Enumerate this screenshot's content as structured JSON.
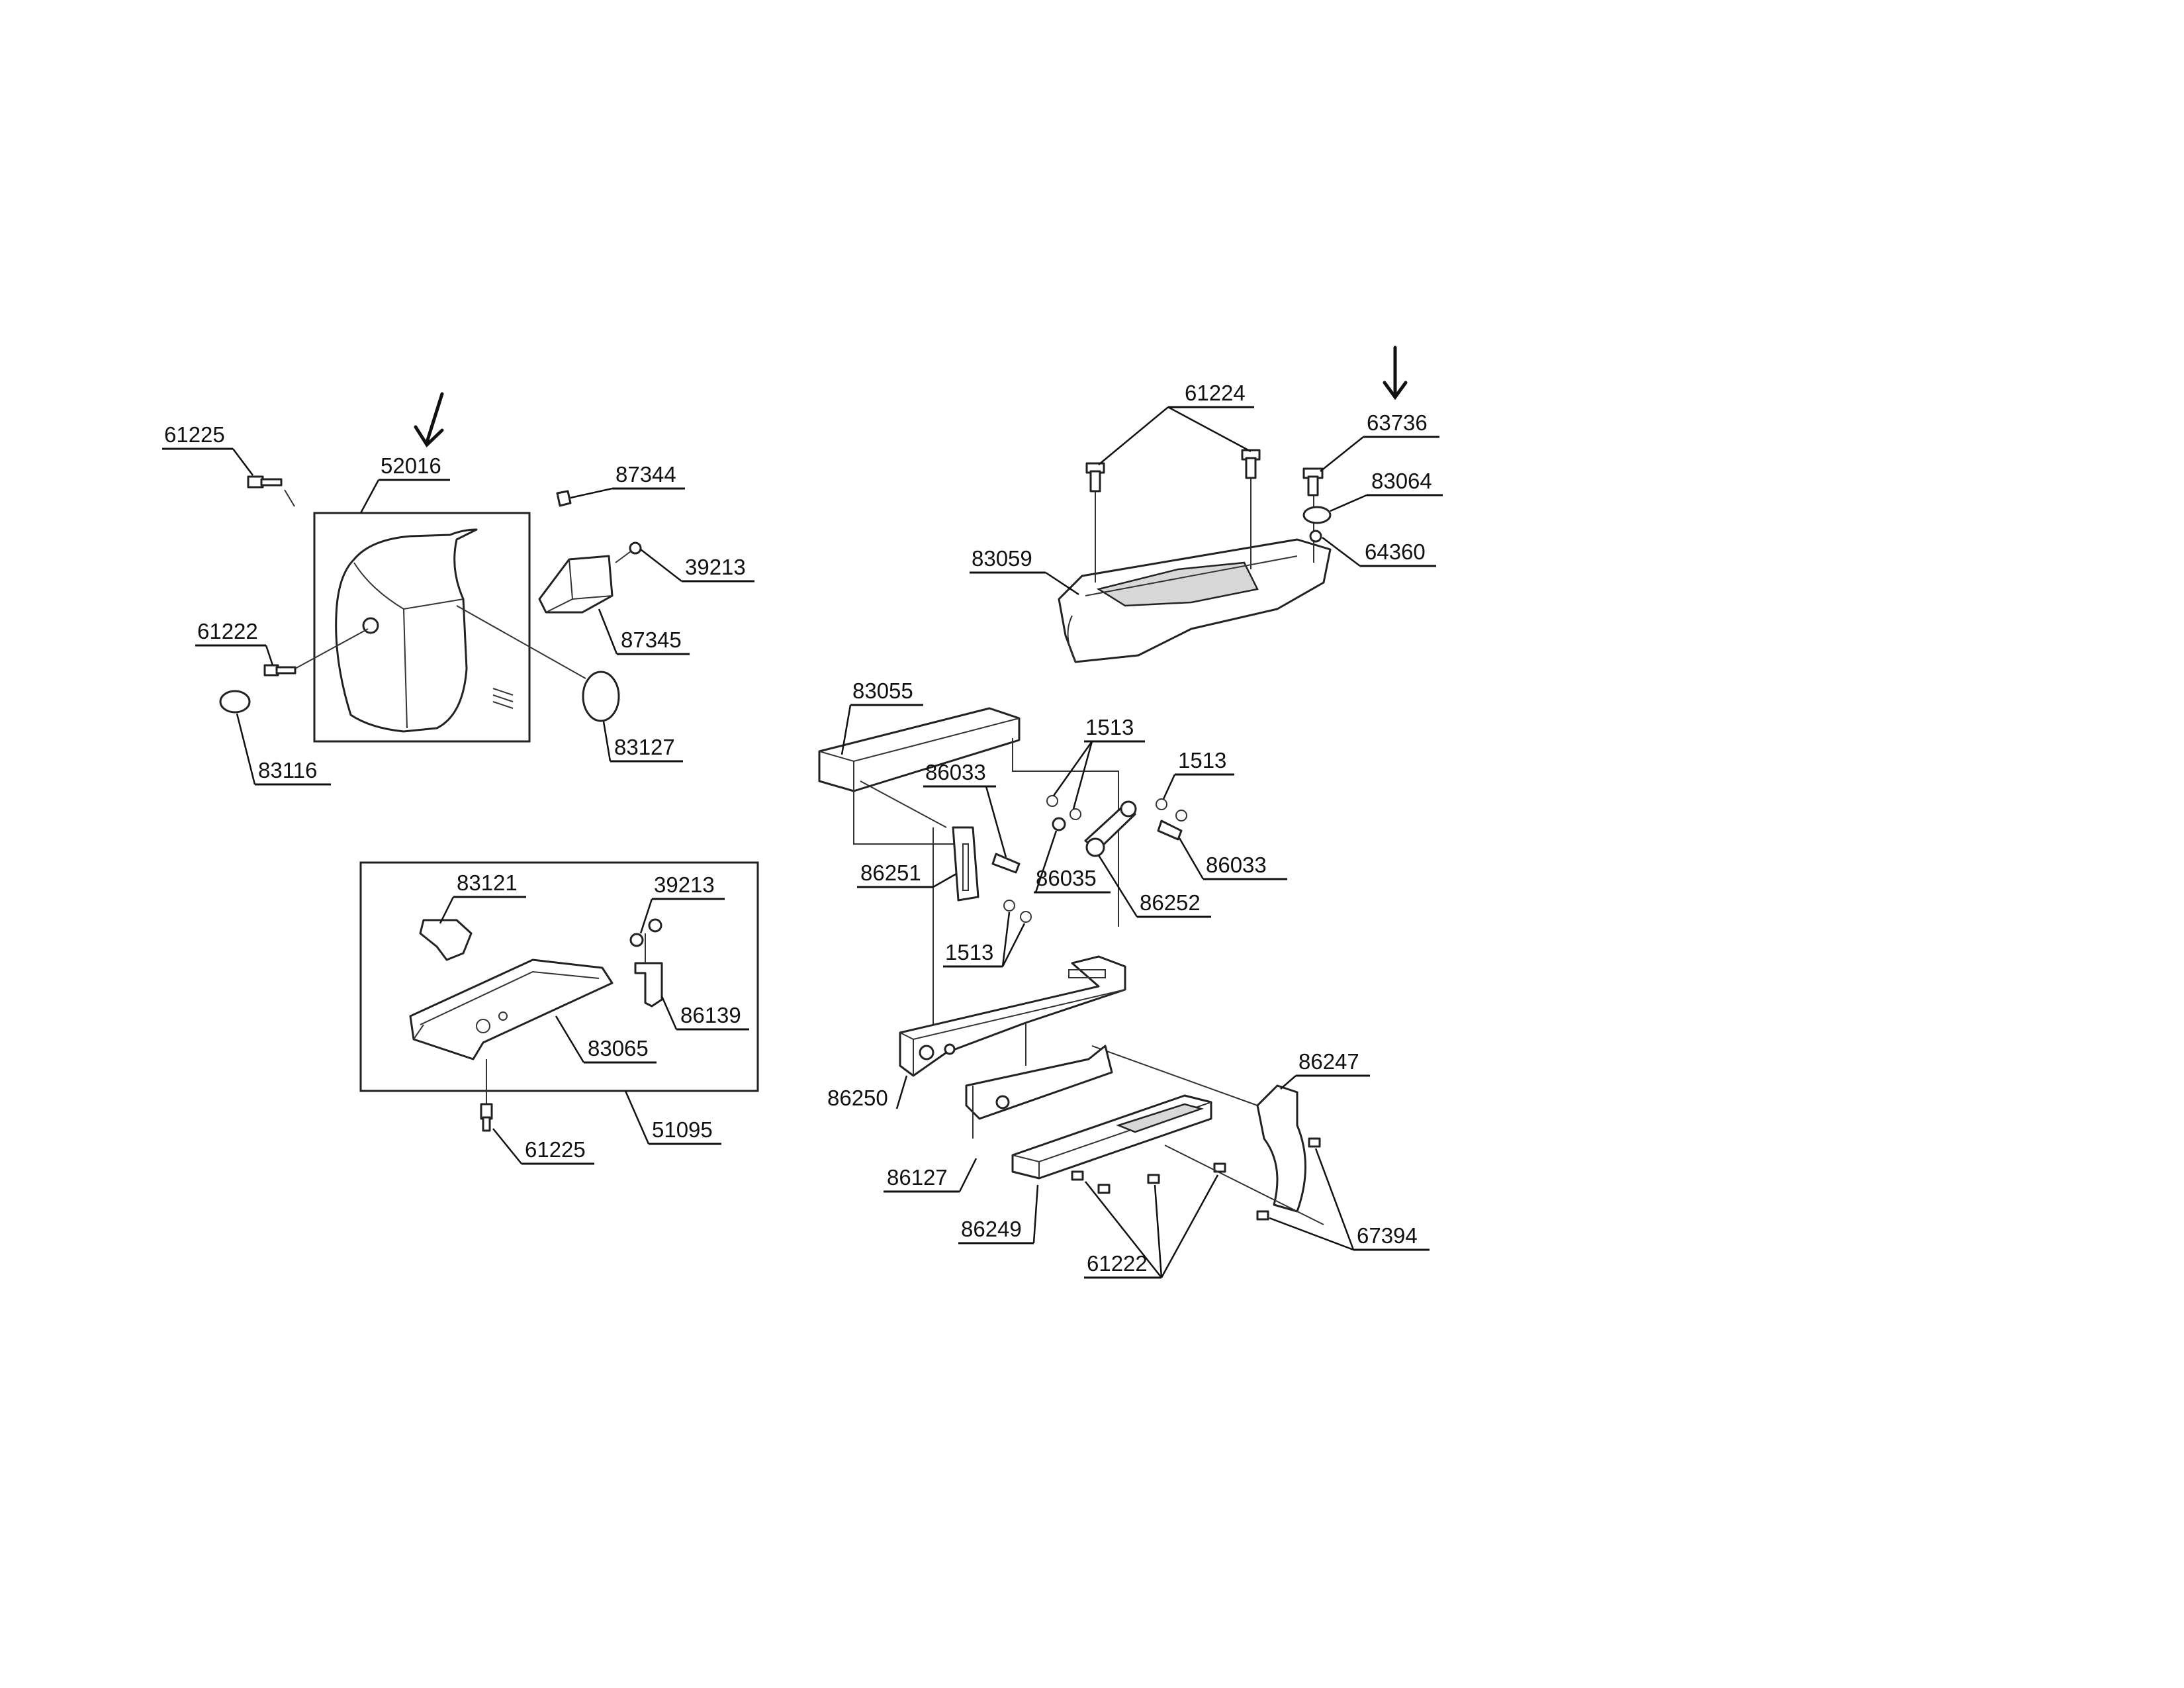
{
  "callouts": {
    "c_61225_a": "61225",
    "c_52016": "52016",
    "c_87344": "87344",
    "c_39213_a": "39213",
    "c_87345": "87345",
    "c_61222_a": "61222",
    "c_83116": "83116",
    "c_83127": "83127",
    "c_83121": "83121",
    "c_39213_b": "39213",
    "c_86139": "86139",
    "c_83065": "83065",
    "c_61225_b": "61225",
    "c_51095": "51095",
    "c_61224": "61224",
    "c_63736": "63736",
    "c_83064": "83064",
    "c_64360": "64360",
    "c_83059": "83059",
    "c_83055": "83055",
    "c_1513_a": "1513",
    "c_1513_b": "1513",
    "c_86033_a": "86033",
    "c_86033_b": "86033",
    "c_86251": "86251",
    "c_86035": "86035",
    "c_86252": "86252",
    "c_1513_c": "1513",
    "c_86250": "86250",
    "c_86247": "86247",
    "c_86127": "86127",
    "c_86249": "86249",
    "c_61222_b": "61222",
    "c_67394": "67394"
  },
  "colors": {
    "ink": "#111111",
    "line": "#222222",
    "shade": "#d8d8d8"
  },
  "icons": {
    "pointer": "down-arrow-icon"
  }
}
